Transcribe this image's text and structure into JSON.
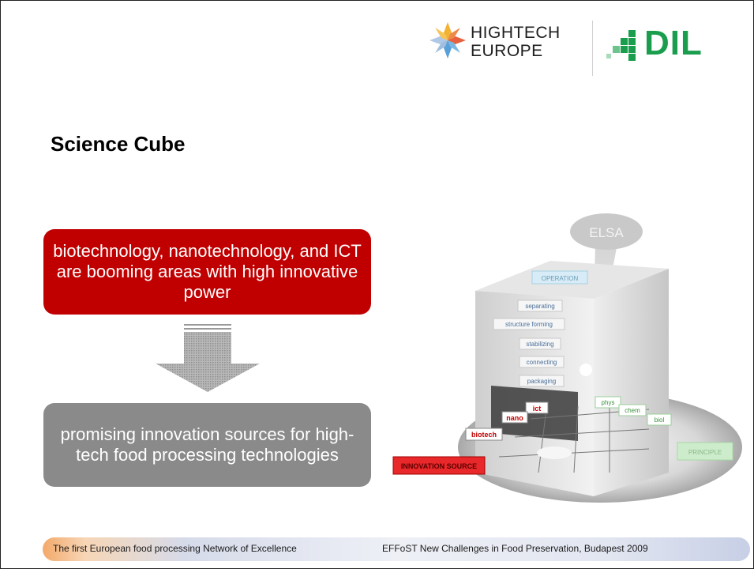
{
  "header": {
    "logo_hightech": {
      "line1": "HIGHTECH",
      "line2": "EUROPE"
    },
    "logo_dil": {
      "text": "DIL"
    }
  },
  "slide": {
    "title": "Science Cube",
    "box_top": "biotechnology, nanotechnology, and ICT are booming areas with high innovative power",
    "box_bottom": "promising innovation sources for high-tech food processing technologies"
  },
  "cube_labels": {
    "elsa": "ELSA",
    "operation": "OPERATION",
    "operations": [
      "separating",
      "structure forming",
      "stabilizing",
      "connecting",
      "packaging"
    ],
    "sources": [
      "ict",
      "nano",
      "biotech"
    ],
    "principles": [
      "phys",
      "chem",
      "biol"
    ],
    "innovation_source": "INNOVATION SOURCE",
    "principle": "PRINCIPLE"
  },
  "footer": {
    "left": "The first European food processing Network of Excellence",
    "right": "EFFoST New Challenges in Food Preservation, Budapest 2009"
  },
  "colors": {
    "red": "#c00000",
    "gray": "#8a8a8a",
    "dil_green": "#1a9e4e"
  }
}
